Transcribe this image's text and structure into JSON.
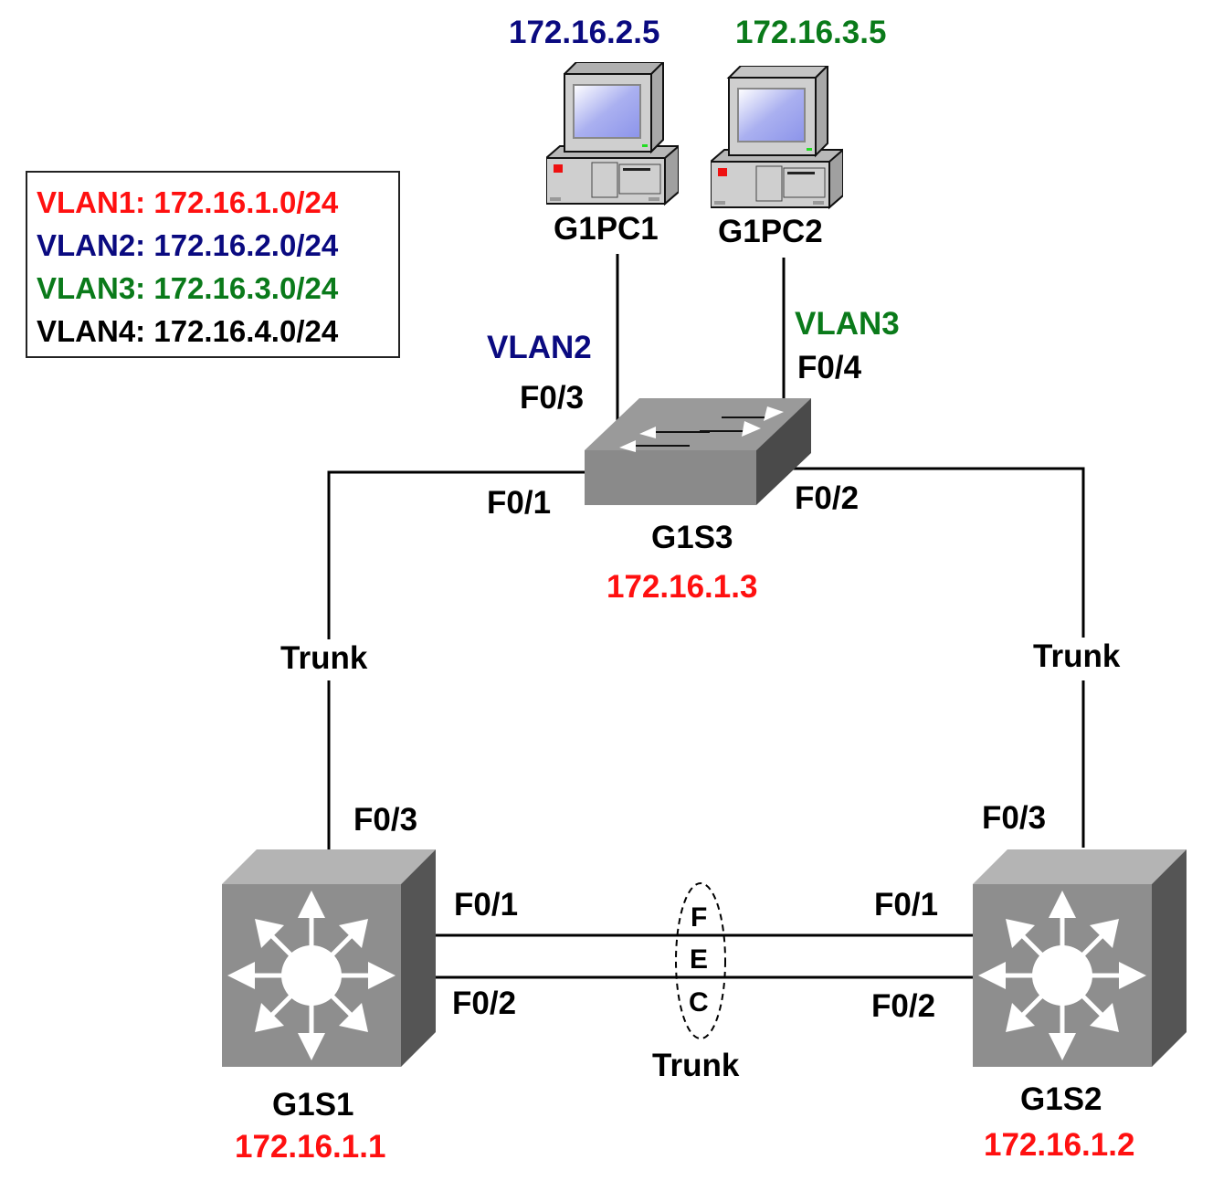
{
  "legend": {
    "rows": [
      {
        "label": "VLAN1: 172.16.1.0/24",
        "color": "#ff1010"
      },
      {
        "label": "VLAN2: 172.16.2.0/24",
        "color": "#0a0a80"
      },
      {
        "label": "VLAN3: 172.16.3.0/24",
        "color": "#0a7a1a"
      },
      {
        "label": "VLAN4: 172.16.4.0/24",
        "color": "#000000"
      }
    ]
  },
  "devices": {
    "pc1": {
      "name": "G1PC1",
      "ip": "172.16.2.5",
      "ip_color": "#0a0a80"
    },
    "pc2": {
      "name": "G1PC2",
      "ip": "172.16.3.5",
      "ip_color": "#0a7a1a"
    },
    "s3": {
      "name": "G1S3",
      "ip": "172.16.1.3",
      "ip_color": "#ff1010"
    },
    "s1": {
      "name": "G1S1",
      "ip": "172.16.1.1",
      "ip_color": "#ff1010"
    },
    "s2": {
      "name": "G1S2",
      "ip": "172.16.1.2",
      "ip_color": "#ff1010"
    }
  },
  "links": {
    "pc1_s3": {
      "vlan": "VLAN2",
      "vlan_color": "#0a0a80",
      "port": "F0/3"
    },
    "pc2_s3": {
      "vlan": "VLAN3",
      "vlan_color": "#0a7a1a",
      "port": "F0/4"
    },
    "s3_s1": {
      "s3_port": "F0/1",
      "s1_port": "F0/3",
      "type": "Trunk"
    },
    "s3_s2": {
      "s3_port": "F0/2",
      "s2_port": "F0/3",
      "type": "Trunk"
    },
    "s1_s2": {
      "s1_ports": [
        "F0/1",
        "F0/2"
      ],
      "s2_ports": [
        "F0/1",
        "F0/2"
      ],
      "bundle_letters": [
        "F",
        "E",
        "C"
      ],
      "type": "Trunk"
    }
  }
}
